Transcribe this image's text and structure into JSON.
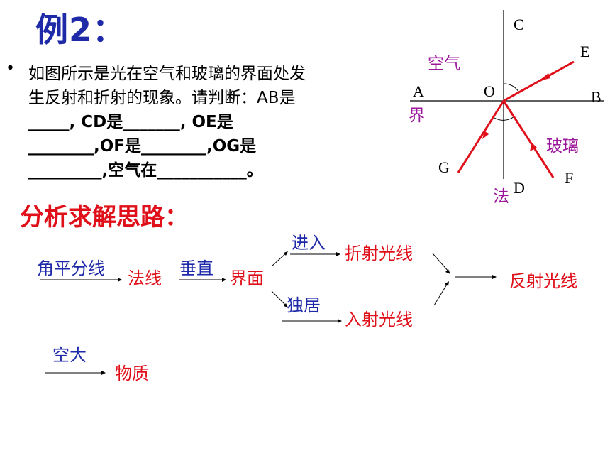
{
  "title": "例2：",
  "question": {
    "bullet": "•",
    "line1": "如图所示是光在空气和玻璃的界面处发",
    "line2": "生反射和折射的现象。请判断：AB是",
    "line3": "_____, CD是_______,     OE是",
    "line4": "________,OF是________,OG是",
    "line5": "_________,空气在___________。"
  },
  "figure": {
    "labels": {
      "A": "A",
      "B": "B",
      "C": "C",
      "D": "D",
      "E": "E",
      "F": "F",
      "G": "G",
      "O": "O",
      "air": "空气",
      "glass": "玻璃",
      "interface": "界",
      "normal": "法"
    }
  },
  "analysis": {
    "heading": "分析求解思路：",
    "steps": {
      "bisector": "角平分线",
      "normal_line": "法线",
      "perpendicular": "垂直",
      "interface": "界面",
      "enter": "进入",
      "alone": "独居",
      "refracted_ray": "折射光线",
      "incident_ray": "入射光线",
      "reflected_ray": "反射光线",
      "air_large": "空大",
      "matter": "物质"
    }
  },
  "colors": {
    "blue": "#1f2aa8",
    "red": "#e0101a",
    "purple": "#9b179b"
  }
}
